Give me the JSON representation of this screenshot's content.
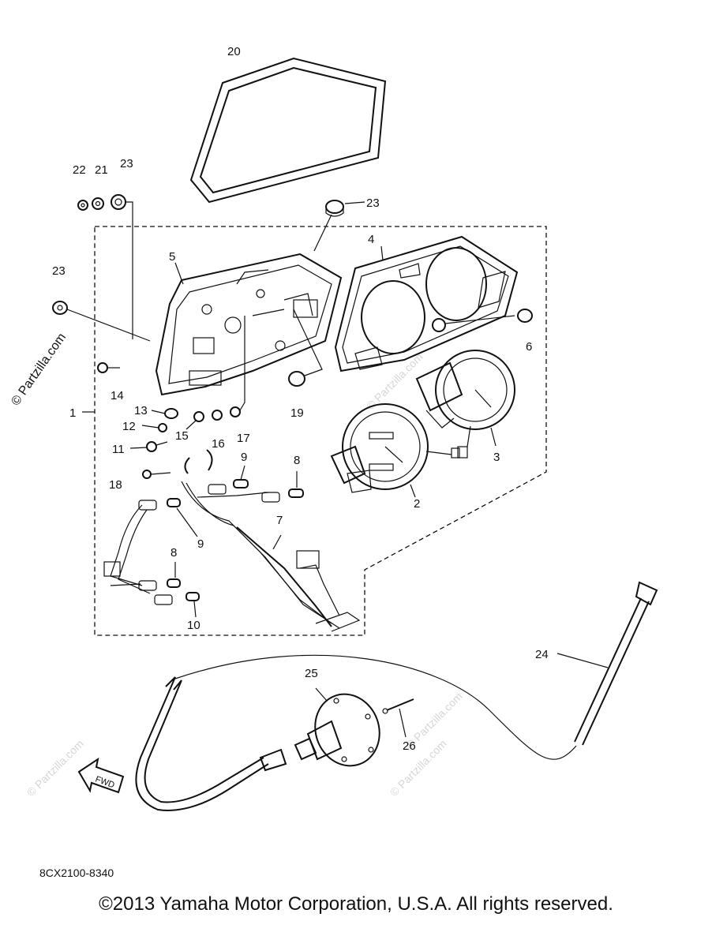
{
  "diagram": {
    "callouts": [
      "1",
      "2",
      "3",
      "4",
      "5",
      "6",
      "7",
      "8",
      "8",
      "9",
      "9",
      "10",
      "11",
      "12",
      "13",
      "14",
      "15",
      "16",
      "17",
      "18",
      "19",
      "20",
      "21",
      "22",
      "23",
      "23",
      "23",
      "24",
      "25",
      "26"
    ],
    "fwd_label": "FWD",
    "watermark_side": "© Partzilla.com",
    "watermark_tile": "© Partzilla.com",
    "diagram_code": "8CX2100-8340",
    "copyright": "©2013 Yamaha Motor Corporation, U.S.A. All rights reserved."
  }
}
